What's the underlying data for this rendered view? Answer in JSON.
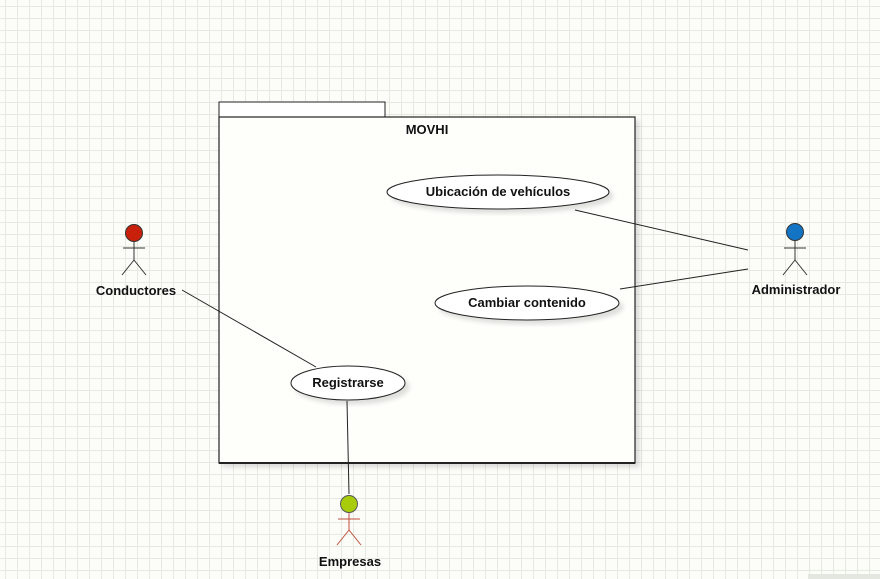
{
  "system": {
    "name": "MOVHI"
  },
  "use_cases": {
    "ubicacion": "Ubicación de vehículos",
    "cambiar": "Cambiar contenido",
    "registrarse": "Registrarse"
  },
  "actors": {
    "conductores": {
      "label": "Conductores",
      "color": "#c8200a"
    },
    "administrador": {
      "label": "Administrador",
      "color": "#1474c4"
    },
    "empresas": {
      "label": "Empresas",
      "color": "#a8cc0a",
      "figure_color": "#c0503a"
    }
  }
}
